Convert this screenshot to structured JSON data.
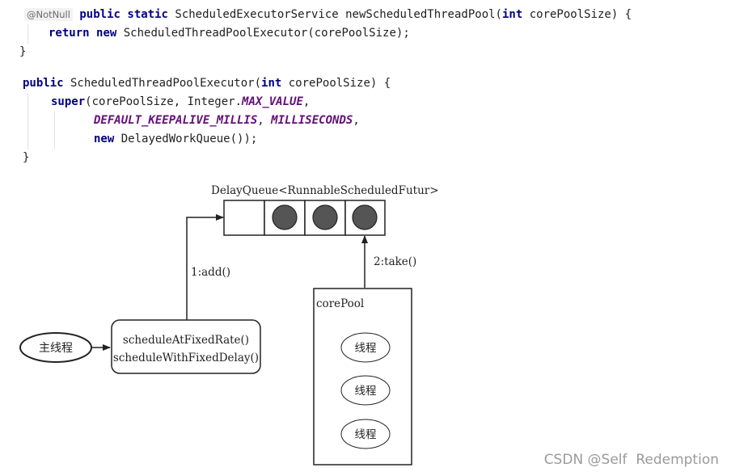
{
  "code": {
    "annotation": "@NotNull",
    "method1": {
      "kw_public": "public",
      "kw_static": "static",
      "sig_rest": " ScheduledExecutorService newScheduledThreadPool(",
      "kw_int": "int",
      "param": " corePoolSize) {",
      "kw_return": "return",
      "kw_new": "new",
      "body_rest": " ScheduledThreadPoolExecutor(corePoolSize);",
      "close": "}"
    },
    "method2": {
      "kw_public": "public",
      "sig_rest": " ScheduledThreadPoolExecutor(",
      "kw_int": "int",
      "param": " corePoolSize) {",
      "kw_super": "super",
      "super_args": "(corePoolSize, Integer.",
      "const_max": "MAX_VALUE",
      "comma": ",",
      "const_keepalive": "DEFAULT_KEEPALIVE_MILLIS",
      "comma_sp": ", ",
      "const_ms": "MILLISECONDS",
      "comma2": ",",
      "kw_new": "new",
      "queue_rest": " DelayedWorkQueue());",
      "close": "}"
    }
  },
  "diagram": {
    "queue_label": "DelayQueue<RunnableScheduledFutur>",
    "add_label": "1:add()",
    "take_label": "2:take()",
    "main_thread": "主线程",
    "methods": [
      "scheduleAtFixedRate()",
      "scheduleWithFixedDelay()"
    ],
    "core_pool_label": "corePool",
    "threads": [
      "线程",
      "线程",
      "线程"
    ],
    "queue_slots": [
      "empty",
      "task",
      "task",
      "task"
    ]
  },
  "watermark": "CSDN @Self  Redemption",
  "colors": {
    "keyword": "#000080",
    "constant": "#660e7a",
    "diagram_stroke": "#222222",
    "task_fill": "#555555"
  }
}
